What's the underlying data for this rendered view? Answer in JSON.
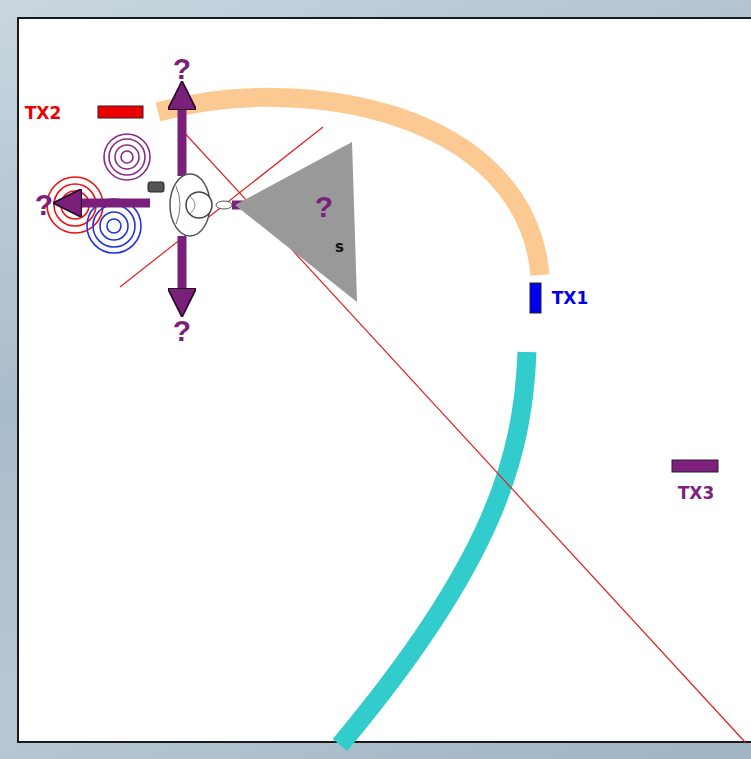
{
  "diagram": {
    "nodes": [
      {
        "text": [
          "s"
        ]
      }
    ],
    "labels": [
      "TX2",
      "?",
      "?",
      "?",
      "?",
      "TX1",
      "TX3"
    ]
  }
}
